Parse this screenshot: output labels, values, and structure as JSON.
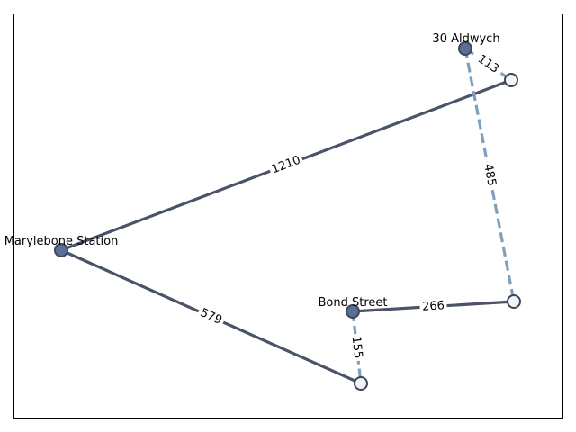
{
  "diagram": {
    "type": "network-graph",
    "colors": {
      "frame": "#000000",
      "solid_edge": "#4a5368",
      "dashed_edge": "#7f9fbd",
      "named_node_fill": "#5a6f95",
      "unnamed_node_fill": "#f2f4f7",
      "node_stroke": "#3d4656"
    },
    "nodes": [
      {
        "id": "n_aldwych",
        "label": "30 Aldwych",
        "named": true
      },
      {
        "id": "n_ne",
        "label": "",
        "named": false
      },
      {
        "id": "n_marylebone",
        "label": "Marylebone Station",
        "named": true
      },
      {
        "id": "n_bond",
        "label": "Bond Street",
        "named": true
      },
      {
        "id": "n_east",
        "label": "",
        "named": false
      },
      {
        "id": "n_south",
        "label": "",
        "named": false
      }
    ],
    "edges": [
      {
        "from": "n_marylebone",
        "to": "n_ne",
        "weight": "1210",
        "style": "solid"
      },
      {
        "from": "n_marylebone",
        "to": "n_south",
        "weight": "579",
        "style": "solid"
      },
      {
        "from": "n_bond",
        "to": "n_east",
        "weight": "266",
        "style": "solid"
      },
      {
        "from": "n_bond",
        "to": "n_south",
        "weight": "155",
        "style": "dashed"
      },
      {
        "from": "n_aldwych",
        "to": "n_ne",
        "weight": "113",
        "style": "dashed"
      },
      {
        "from": "n_aldwych",
        "to": "n_east",
        "weight": "485",
        "style": "dashed"
      }
    ]
  }
}
